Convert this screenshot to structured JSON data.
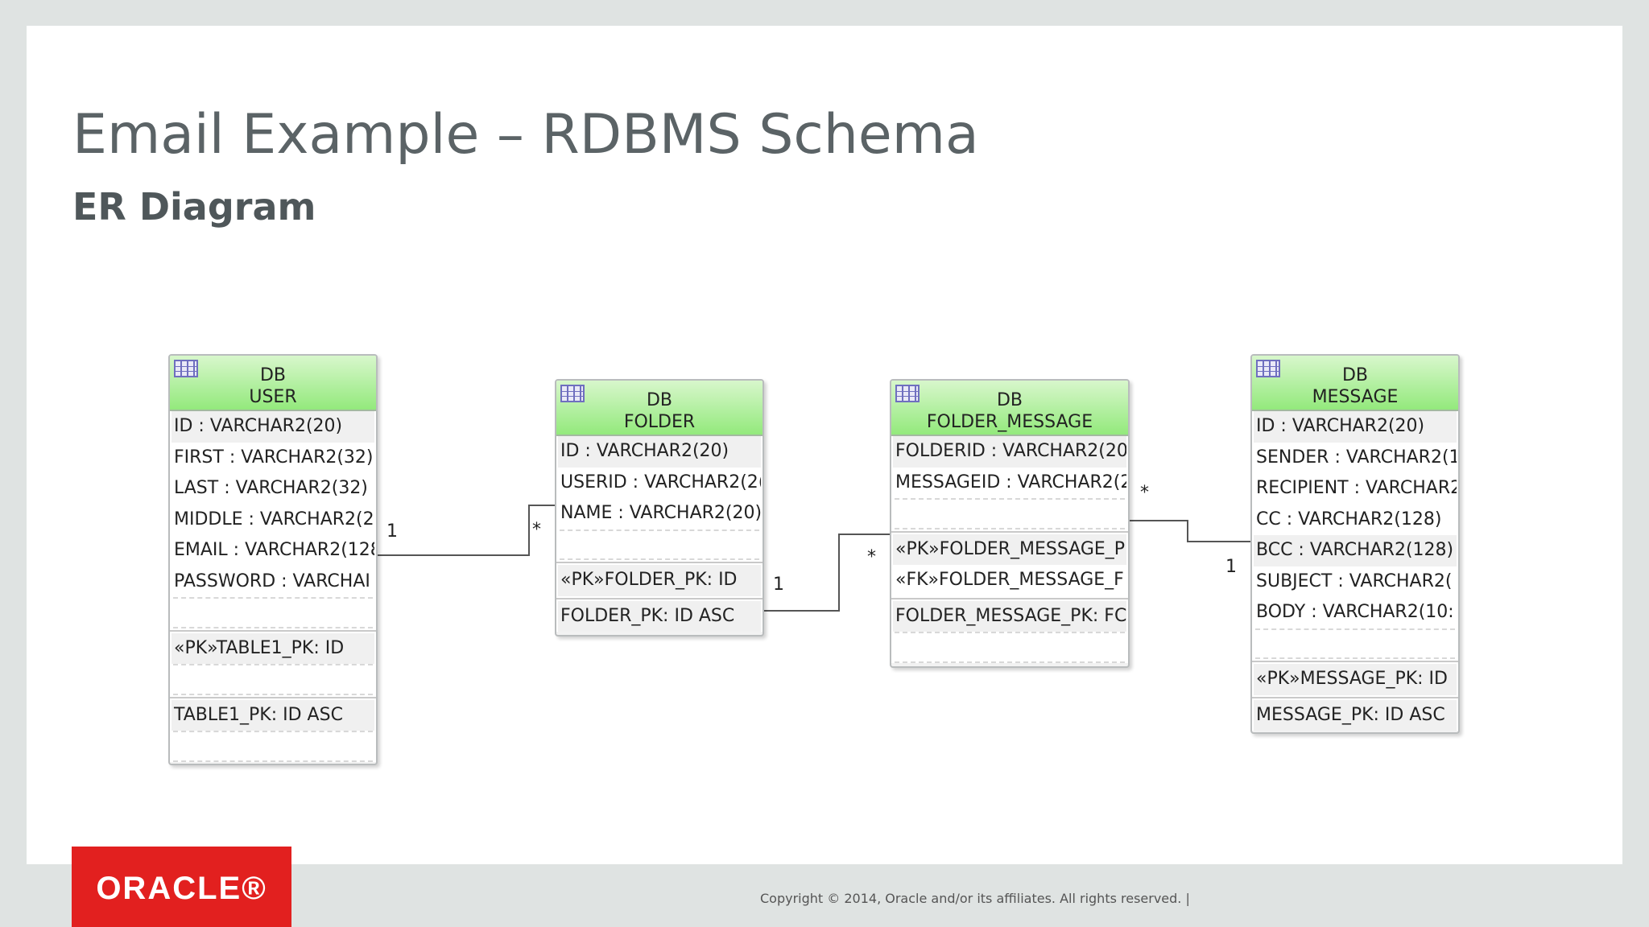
{
  "slide": {
    "title": "Email Example – RDBMS Schema",
    "subtitle": "ER Diagram"
  },
  "colors": {
    "entity_header": "#93e97c",
    "oracle_red": "#e2201f",
    "title_text": "#5b6366"
  },
  "entities": {
    "user": {
      "kind": "DB",
      "name": "USER",
      "columns": [
        "ID : VARCHAR2(20)",
        "FIRST : VARCHAR2(32)",
        "LAST : VARCHAR2(32)",
        "MIDDLE : VARCHAR2(2(",
        "EMAIL : VARCHAR2(128",
        "PASSWORD : VARCHAI"
      ],
      "keys": [
        "«PK»TABLE1_PK: ID"
      ],
      "indexes": [
        "TABLE1_PK: ID ASC"
      ]
    },
    "folder": {
      "kind": "DB",
      "name": "FOLDER",
      "columns": [
        "ID : VARCHAR2(20)",
        "USERID : VARCHAR2(2(",
        "NAME : VARCHAR2(20)"
      ],
      "keys": [
        "«PK»FOLDER_PK: ID"
      ],
      "indexes": [
        "FOLDER_PK: ID ASC"
      ]
    },
    "folder_message": {
      "kind": "DB",
      "name": "FOLDER_MESSAGE",
      "columns": [
        "FOLDERID : VARCHAR2(20)",
        "MESSAGEID : VARCHAR2(2"
      ],
      "keys": [
        "«PK»FOLDER_MESSAGE_P",
        "«FK»FOLDER_MESSAGE_F"
      ],
      "indexes": [
        "FOLDER_MESSAGE_PK: FC"
      ]
    },
    "message": {
      "kind": "DB",
      "name": "MESSAGE",
      "columns": [
        "ID : VARCHAR2(20)",
        "SENDER : VARCHAR2(1",
        "RECIPIENT : VARCHAR2",
        "CC : VARCHAR2(128)",
        "BCC : VARCHAR2(128)",
        "SUBJECT : VARCHAR2(",
        "BODY : VARCHAR2(10:"
      ],
      "keys": [
        "«PK»MESSAGE_PK: ID"
      ],
      "indexes": [
        "MESSAGE_PK: ID ASC"
      ]
    }
  },
  "relations": {
    "user_folder": {
      "from_mult": "1",
      "to_mult": "*"
    },
    "folder_fm": {
      "from_mult": "1",
      "to_mult": "*"
    },
    "fm_message": {
      "from_mult": "*",
      "to_mult": "1"
    }
  },
  "footer": {
    "logo": "ORACLE®",
    "copyright": "Copyright © 2014, Oracle and/or its affiliates. All rights reserved.  |"
  }
}
